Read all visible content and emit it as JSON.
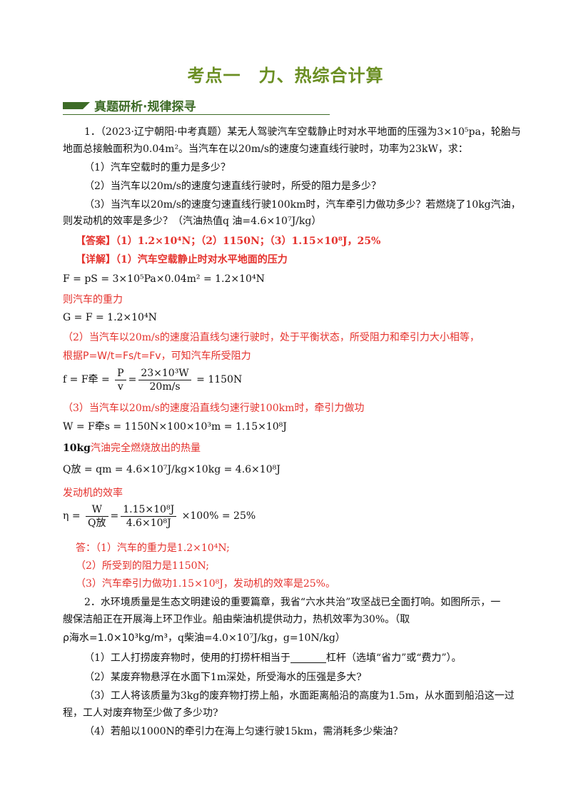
{
  "title": "考点一　力、热综合计算",
  "section": "真题研析·规律探寻",
  "q1": {
    "l1": "1．（2023·辽宁朝阳·中考真题）某无人驾驶汽车空载静止时对水平地面的压强为3×10⁵pa，轮胎与",
    "l2": "地面总接触面积为0.04m²。当汽车在以20m/s的速度匀速直线行驶时，功率为23kW，求：",
    "s1": "（1）汽车空载时的重力是多少？",
    "s2": "（2）当汽车以20m/s的速度匀速直线行驶时，所受的阻力是多少？",
    "s3a": "（3）当汽车以20m/s的速度匀速直线行驶100km时，汽车牵引力做功多少？若燃烧了10kg汽油，",
    "s3b": "则发动机的效率是多少？（汽油热值q 油=4.6×10⁷J/kg）",
    "answer_tag": "【答案】",
    "answer": "（1）1.2×10⁴N；（2）1150N；（3）1.15×10⁸J，25%",
    "detail_tag": "【详解】",
    "d1": "（1）汽车空载静止时对水平地面的压力",
    "eq1": "F = pS = 3×10⁵Pa×0.04m² = 1.2×10⁴N",
    "d2": "则汽车的重力",
    "eq2": "G = F = 1.2×10⁴N",
    "d3": "（2）当汽车以20m/s的速度沿直线匀速行驶时，处于平衡状态，所受阻力和牵引力大小相等，",
    "d4a": "根据P=W/t=Fs/t=Fv，",
    "d4b": "可知汽车所受阻力",
    "eq3_left": "f = F牵 =",
    "eq3_num1": "P",
    "eq3_den1": "v",
    "eq3_num2": "23×10³W",
    "eq3_den2": "20m/s",
    "eq3_right": "= 1150N",
    "d5": "（3）当汽车以20m/s的速度沿直线匀速行驶100km时，牵引力做功",
    "eq4": "W = F牵s = 1150N×100×10³m = 1.15×10⁸J",
    "d6a": "10kg",
    "d6b": "汽油完全燃烧放出的热量",
    "eq5": "Q放 = qm = 4.6×10⁷J/kg×10kg = 4.6×10⁸J",
    "d7": "发动机的效率",
    "eq6_left": "η =",
    "eq6_num1": "W",
    "eq6_den1": "Q放",
    "eq6_num2": "1.15×10⁸J",
    "eq6_den2": "4.6×10⁸J",
    "eq6_right": "×100% = 25%",
    "a1": "答：（1）汽车的重力是1.2×10⁴N;",
    "a2": "（2）所受到的阻力是1150N;",
    "a3": "（3）汽车牵引力做功1.15×10⁸J，发动机的效率是25%。"
  },
  "q2": {
    "l1": "2．水环境质量是生态文明建设的重要篇章，我省“六水共治”攻坚战已全面打响。如图所示，一",
    "l2": "艘保洁船正在开展海上环卫作业。船由柴油机提供动力，热机效率为30%。（取",
    "l3a": "ρ海水=1.0×10³kg/m³，",
    "l3b": "q柴油=4.0×10⁷J/kg，g=10N/kg）",
    "s1a": "（1）工人打捞废弃物时，使用的打捞杆相当于",
    "s1b": "杠杆（选填“省力”或“费力”）。",
    "s2": "（2）某废弃物悬浮在水面下1m深处，所受海水的压强是多大?",
    "s3a": "（3）工人将该质量为3kg的废弃物打捞上船，水面距离船沿的高度为1.5m，从水面到船沿这一过",
    "s3b": "程，工人对废弃物至少做了多少功?",
    "s4": "（4）若船以1000N的牵引力在海上匀速行驶15km，需消耗多少柴油？"
  }
}
